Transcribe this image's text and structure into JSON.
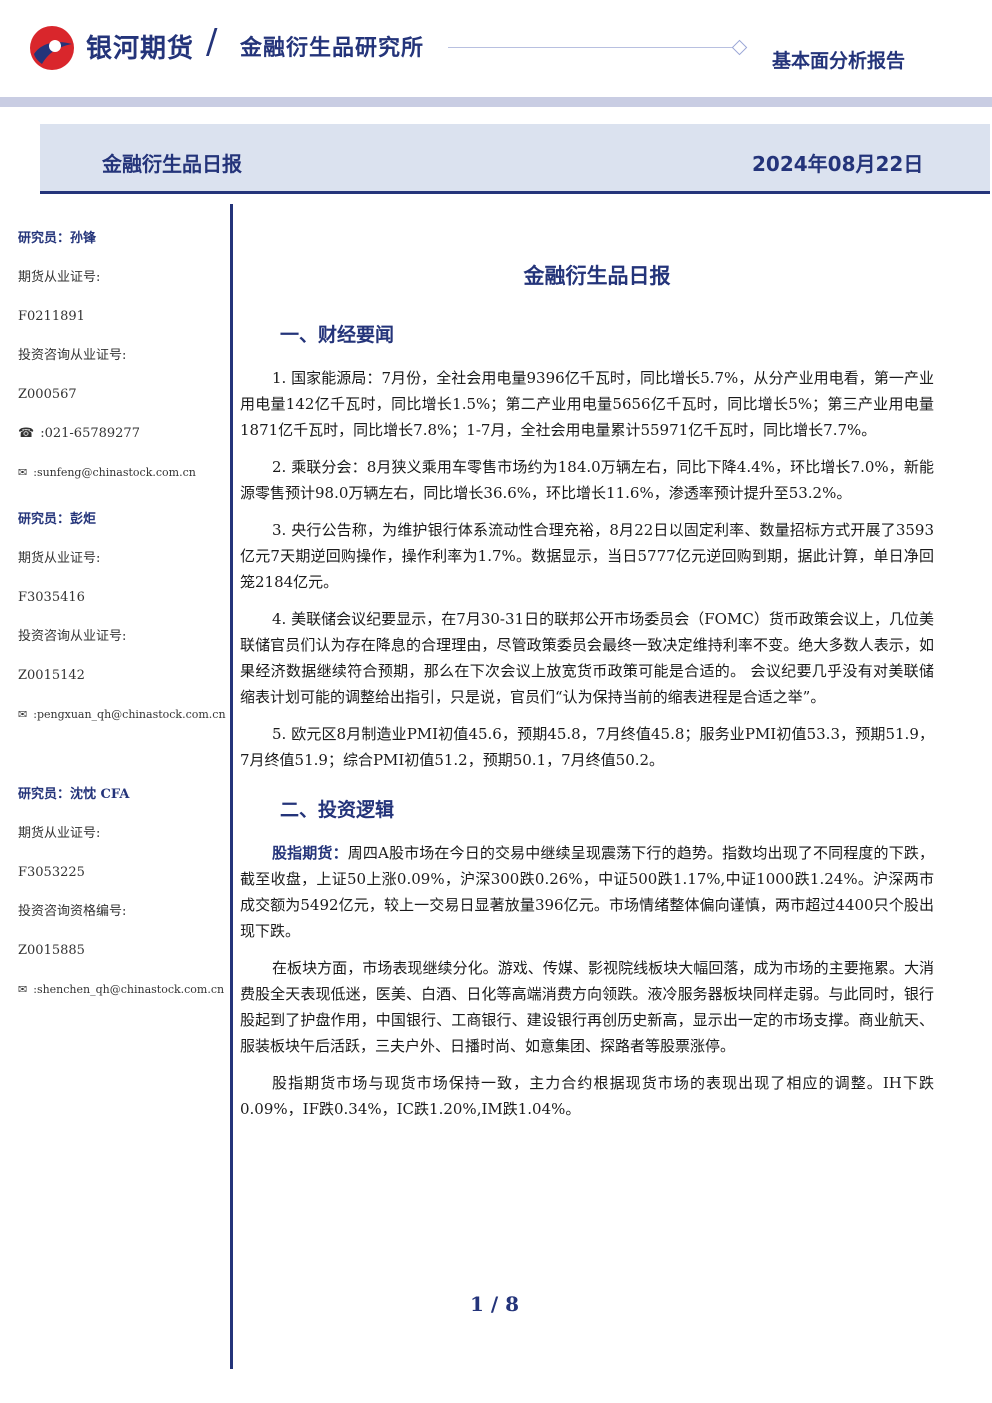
{
  "header": {
    "brand": "银河期货",
    "institute": "金融衍生品研究所",
    "report_type": "基本面分析报告"
  },
  "banner": {
    "title": "金融衍生品日报",
    "date": "2024年08月22日"
  },
  "researchers": [
    {
      "name": "研究员：孙锋",
      "license_label": "期货从业证号:",
      "license": "F0211891",
      "consult_label": "投资咨询从业证号:",
      "consult": "Z000567",
      "phone": "021-65789277",
      "email": "sunfeng@chinastock.com.cn"
    },
    {
      "name": "研究员：彭炬",
      "license_label": "期货从业证号:",
      "license": "F3035416",
      "consult_label": "投资咨询从业证号:",
      "consult": "Z0015142",
      "email": "pengxuan_qh@chinastock.com.cn"
    },
    {
      "name": "研究员：沈忱  CFA",
      "license_label": "期货从业证号:",
      "license": "F3053225",
      "consult_label": "投资咨询资格编号:",
      "consult": "Z0015885",
      "email": "shenchen_qh@chinastock.com.cn"
    }
  ],
  "icons": {
    "phone": "phone-icon",
    "email": "email-icon"
  },
  "doc_title": "金融衍生品日报",
  "section1": {
    "title": "一、财经要闻",
    "items": [
      "1. 国家能源局：7月份，全社会用电量9396亿千瓦时，同比增长5.7%，从分产业用电看，第一产业用电量142亿千瓦时，同比增长1.5%；第二产业用电量5656亿千瓦时，同比增长5%；第三产业用电量1871亿千瓦时，同比增长7.8%；1-7月，全社会用电量累计55971亿千瓦时，同比增长7.7%。",
      "2. 乘联分会：8月狭义乘用车零售市场约为184.0万辆左右，同比下降4.4%，环比增长7.0%，新能源零售预计98.0万辆左右，同比增长36.6%，环比增长11.6%，渗透率预计提升至53.2%。",
      "3. 央行公告称，为维护银行体系流动性合理充裕，8月22日以固定利率、数量招标方式开展了3593亿元7天期逆回购操作，操作利率为1.7%。数据显示，当日5777亿元逆回购到期，据此计算，单日净回笼2184亿元。",
      "4. 美联储会议纪要显示，在7月30-31日的联邦公开市场委员会（FOMC）货币政策会议上，几位美联储官员们认为存在降息的合理理由，尽管政策委员会最终一致决定维持利率不变。绝大多数人表示，如果经济数据继续符合预期，那么在下次会议上放宽货币政策可能是合适的。 会议纪要几乎没有对美联储缩表计划可能的调整给出指引，只是说，官员们“认为保持当前的缩表进程是合适之举”。",
      "5. 欧元区8月制造业PMI初值45.6，预期45.8，7月终值45.8；服务业PMI初值53.3，预期51.9，7月终值51.9；综合PMI初值51.2，预期50.1，7月终值50.2。"
    ]
  },
  "section2": {
    "title": "二、投资逻辑",
    "lead_label": "股指期货：",
    "p1": "周四A股市场在今日的交易中继续呈现震荡下行的趋势。指数均出现了不同程度的下跌，截至收盘，上证50上涨0.09%，沪深300跌0.26%，中证500跌1.17%,中证1000跌1.24%。沪深两市成交额为5492亿元，较上一交易日显著放量396亿元。市场情绪整体偏向谨慎，两市超过4400只个股出现下跌。",
    "p2": "在板块方面，市场表现继续分化。游戏、传媒、影视院线板块大幅回落，成为市场的主要拖累。大消费股全天表现低迷，医美、白酒、日化等高端消费方向领跌。液冷服务器板块同样走弱。与此同时，银行股起到了护盘作用，中国银行、工商银行、建设银行再创历史新高，显示出一定的市场支撑。商业航天、服装板块午后活跃，三夫户外、日播时尚、如意集团、探路者等股票涨停。",
    "p3": "股指期货市场与现货市场保持一致，主力合约根据现货市场的表现出现了相应的调整。IH下跌0.09%，IF跌0.34%，IC跌1.20%,IM跌1.04%。"
  },
  "page_number": "1 / 8",
  "colors": {
    "brand": "#24347a",
    "band": "#dbe2ef",
    "logo_red": "#d9262c"
  }
}
